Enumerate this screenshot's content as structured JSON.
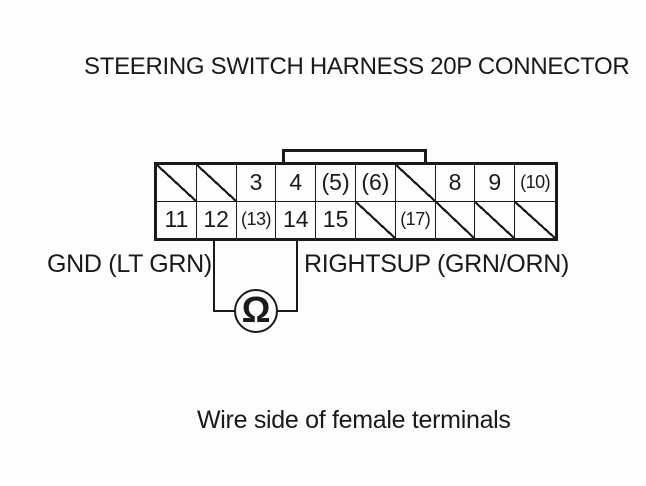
{
  "title": "STEERING SWITCH HARNESS 20P CONNECTOR",
  "connector": {
    "top_row": [
      "",
      "",
      "3",
      "4",
      "(5)",
      "(6)",
      "",
      "8",
      "9",
      "(10)"
    ],
    "bottom_row": [
      "11",
      "12",
      "(13)",
      "14",
      "15",
      "",
      "(17)",
      "",
      "",
      ""
    ],
    "hatched_cells_top": [
      1,
      2,
      7
    ],
    "hatched_cells_bottom": [
      6,
      8,
      9,
      10
    ]
  },
  "wire_labels": {
    "left": "GND (LT GRN)",
    "right": "RIGHTSUP (GRN/ORN)"
  },
  "meter": {
    "symbol": "Ω",
    "connected_pins": [
      "12",
      "14"
    ]
  },
  "caption": "Wire side of female terminals",
  "colors": {
    "line": "#1a1a1a",
    "background": "#fdfdfd"
  }
}
